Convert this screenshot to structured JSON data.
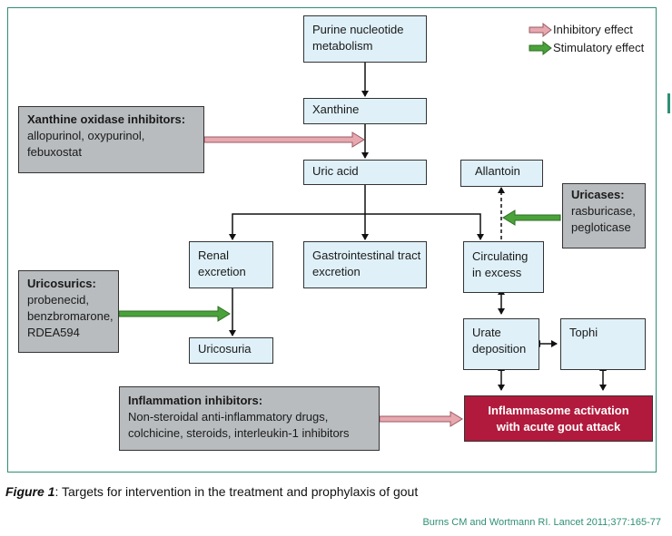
{
  "legend": {
    "inhibitory": "Inhibitory effect",
    "stimulatory": "Stimulatory effect",
    "colors": {
      "inhibitory": "#e8a8b0",
      "stimulatory": "#4aa33a"
    }
  },
  "nodes": {
    "purine": [
      "Purine nucleotide",
      "metabolism"
    ],
    "xanthine": "Xanthine",
    "uric_acid": "Uric acid",
    "allantoin": "Allantoin",
    "renal": [
      "Renal",
      "excretion"
    ],
    "gi": [
      "Gastrointestinal tract",
      "excretion"
    ],
    "circulating": [
      "Circulating",
      "in excess"
    ],
    "uricosuria": "Uricosuria",
    "urate_deposition": [
      "Urate",
      "deposition"
    ],
    "tophi": "Tophi",
    "inflammasome": [
      "Inflammasome activation",
      "with acute gout attack"
    ]
  },
  "inhibitors": {
    "xanthine_oxidase": {
      "title": "Xanthine oxidase inhibitors:",
      "lines": [
        "allopurinol, oxypurinol,",
        "febuxostat"
      ]
    },
    "uricases": {
      "title": "Uricases:",
      "lines": [
        "rasburicase,",
        "pegloticase"
      ]
    },
    "uricosurics": {
      "title": "Uricosurics:",
      "lines": [
        "probenecid,",
        "benzbromarone,",
        "RDEA594"
      ]
    },
    "inflammation": {
      "title": "Inflammation inhibitors:",
      "lines": [
        "Non-steroidal anti-inflammatory drugs,",
        "colchicine, steroids, interleukin-1 inhibitors"
      ]
    }
  },
  "caption": {
    "label": "Figure 1",
    "text": ": Targets for intervention in the treatment and prophylaxis of gout"
  },
  "citation": "Burns CM and Wortmann RI. Lancet 2011;377:165-77",
  "colors": {
    "frame": "#2f8f75",
    "node_fill": "#dff0f8",
    "inhibitor_fill": "#b8bcbf",
    "alert_fill": "#b11a3c"
  }
}
